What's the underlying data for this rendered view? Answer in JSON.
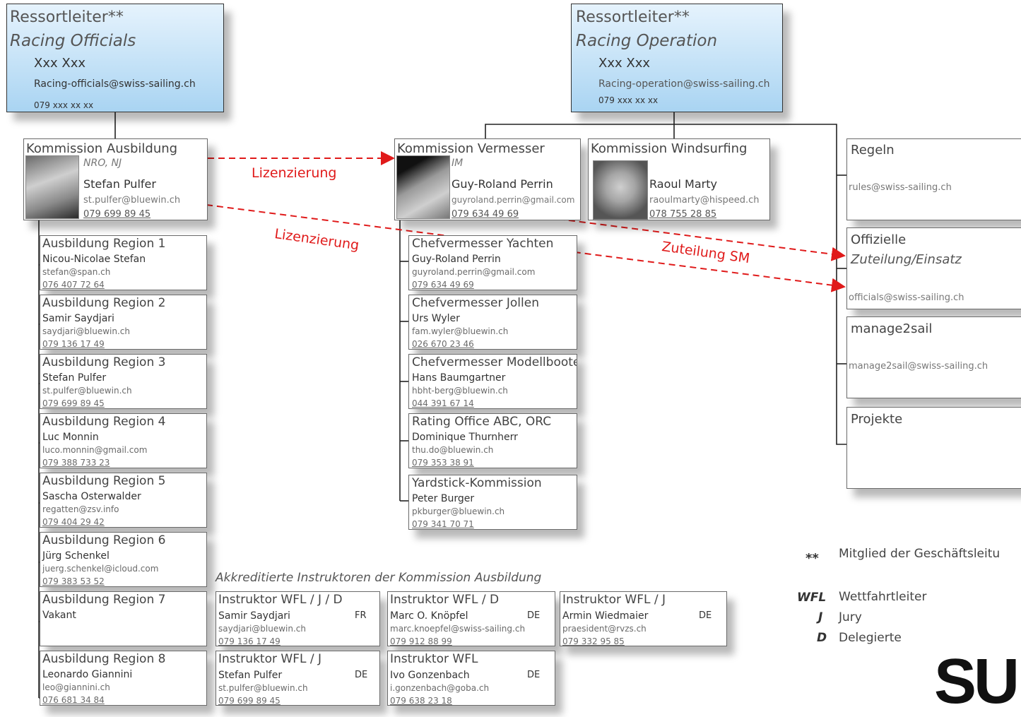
{
  "heads": [
    {
      "role": "Ressortleiter**",
      "dept": "Racing Officials",
      "person": "Xxx Xxx",
      "email": "Racing-officials@swiss-sailing.ch",
      "phone": "079 xxx xx xx"
    },
    {
      "role": "Ressortleiter**",
      "dept": "Racing Operation",
      "person": "Xxx Xxx",
      "email": "Racing-operation@swiss-sailing.ch",
      "phone": "079 xxx xx xx"
    }
  ],
  "commissions": {
    "ausbildung": {
      "title": "Kommission Ausbildung",
      "sub": "NRO, NJ",
      "name": "Stefan Pulfer",
      "email": "st.pulfer@bluewin.ch",
      "phone": "079 699 89 45"
    },
    "vermesser": {
      "title": "Kommission Vermesser",
      "sub": "IM",
      "name": "Guy-Roland Perrin",
      "email": "guyroland.perrin@gmail.com",
      "phone": "079 634 49 69"
    },
    "windsurfing": {
      "title": "Kommission Windsurfing",
      "name": "Raoul Marty",
      "email": "raoulmarty@hispeed.ch",
      "phone": "078 755 28 85"
    }
  },
  "right_boxes": [
    {
      "title": "Regeln",
      "sub": "",
      "email": "rules@swiss-sailing.ch"
    },
    {
      "title": "Offizielle",
      "sub": "Zuteilung/Einsatz",
      "email": "officials@swiss-sailing.ch"
    },
    {
      "title": "manage2sail",
      "sub": "",
      "email": "manage2sail@swiss-sailing.ch"
    },
    {
      "title": "Projekte",
      "sub": "",
      "email": ""
    }
  ],
  "regions": [
    {
      "title": "Ausbildung Region 1",
      "name": "Nicou-Nicolae Stefan",
      "email": "stefan@span.ch",
      "phone": "076 407 72 64"
    },
    {
      "title": "Ausbildung Region 2",
      "name": "Samir Saydjari",
      "email": "saydjari@bluewin.ch",
      "phone": "079 136 17 49"
    },
    {
      "title": "Ausbildung Region 3",
      "name": "Stefan Pulfer",
      "email": "st.pulfer@bluewin.ch",
      "phone": "079 699 89 45"
    },
    {
      "title": "Ausbildung Region 4",
      "name": "Luc Monnin",
      "email": "luco.monnin@gmail.com",
      "phone": "079 388 733 23"
    },
    {
      "title": "Ausbildung Region 5",
      "name": "Sascha Osterwalder",
      "email": "regatten@zsv.info",
      "phone": "079 404 29 42"
    },
    {
      "title": "Ausbildung Region 6",
      "name": "Jürg Schenkel",
      "email": "juerg.schenkel@icloud.com",
      "phone": "079 383 53 52"
    },
    {
      "title": "Ausbildung Region 7",
      "name": "Vakant",
      "email": "",
      "phone": ""
    },
    {
      "title": "Ausbildung Region 8",
      "name": "Leonardo Giannini",
      "email": "leo@giannini.ch",
      "phone": "076 681 34 84"
    }
  ],
  "vermesser_subs": [
    {
      "title": "Chefvermesser Yachten",
      "name": "Guy-Roland Perrin",
      "email": "guyroland.perrin@gmail.com",
      "phone": "079 634 49 69"
    },
    {
      "title": "Chefvermesser Jollen",
      "name": "Urs Wyler",
      "email": "fam.wyler@bluewin.ch",
      "phone": "026 670 23 46"
    },
    {
      "title": "Chefvermesser Modellboote",
      "name": "Hans Baumgartner",
      "email": "hbht-berg@bluewin.ch",
      "phone": "044 391 67 14"
    },
    {
      "title": "Rating Office ABC, ORC",
      "name": "Dominique Thurnherr",
      "email": "thu.do@bluewin.ch",
      "phone": "079 353 38 91"
    },
    {
      "title": "Yardstick-Kommission",
      "name": "Peter Burger",
      "email": "pkburger@bluewin.ch",
      "phone": "079 341 70 71"
    }
  ],
  "instructors_heading": "Akkreditierte Instruktoren der Kommission Ausbildung",
  "instructors": [
    {
      "title": "Instruktor WFL / J / D",
      "name": "Samir Saydjari",
      "lang": "FR",
      "email": "saydjari@bluewin.ch",
      "phone": "079 136 17 49"
    },
    {
      "title": "Instruktor WFL / D",
      "name": "Marc O. Knöpfel",
      "lang": "DE",
      "email": "marc.knoepfel@swiss-sailing.ch",
      "phone": "079 912 88 99"
    },
    {
      "title": "Instruktor WFL / J",
      "name": "Armin Wiedmaier",
      "lang": "DE",
      "email": "praesident@rvzs.ch",
      "phone": "079 332 95 85"
    },
    {
      "title": "Instruktor WFL / J",
      "name": "Stefan Pulfer",
      "lang": "DE",
      "email": "st.pulfer@bluewin.ch",
      "phone": "079 699 89 45"
    },
    {
      "title": "Instruktor WFL",
      "name": "Ivo Gonzenbach",
      "lang": "DE",
      "email": "i.gonzenbach@goba.ch",
      "phone": "079 638 23 18"
    }
  ],
  "arrows": {
    "lizenzierung_1": "Lizenzierung",
    "lizenzierung_2": "Lizenzierung",
    "zuteilung": "Zuteilung SM"
  },
  "legend": [
    {
      "key": "**",
      "text": "Mitglied der Geschäftsleitu"
    },
    {
      "key": "WFL",
      "text": "Wettfahrtleiter"
    },
    {
      "key": "J",
      "text": "Jury"
    },
    {
      "key": "D",
      "text": "Delegierte"
    }
  ],
  "logo_text": "SU",
  "colors": {
    "arrow": "#e01a1a",
    "head_top": "#e6f3fd",
    "head_bottom": "#a9d4f2",
    "border": "#6a6a6a"
  }
}
